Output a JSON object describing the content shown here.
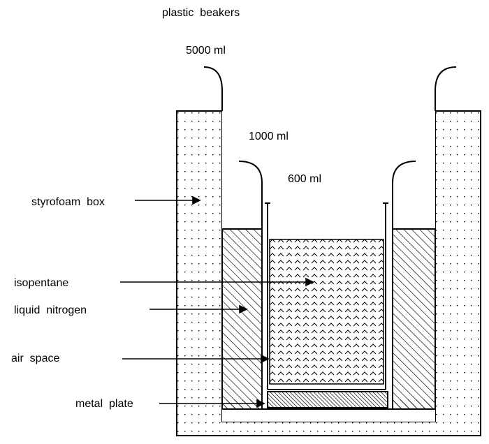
{
  "diagram": {
    "title": "plastic  beakers",
    "beakers": {
      "large": "5000 ml",
      "medium": "1000 ml",
      "small": "600 ml"
    },
    "callouts": {
      "styrofoam_box": "styrofoam  box",
      "isopentane": "isopentane",
      "liquid_nitrogen": "liquid  nitrogen",
      "air_space": "air  space",
      "metal_plate": "metal  plate"
    },
    "colors": {
      "stroke": "#000000",
      "background": "#ffffff"
    }
  }
}
